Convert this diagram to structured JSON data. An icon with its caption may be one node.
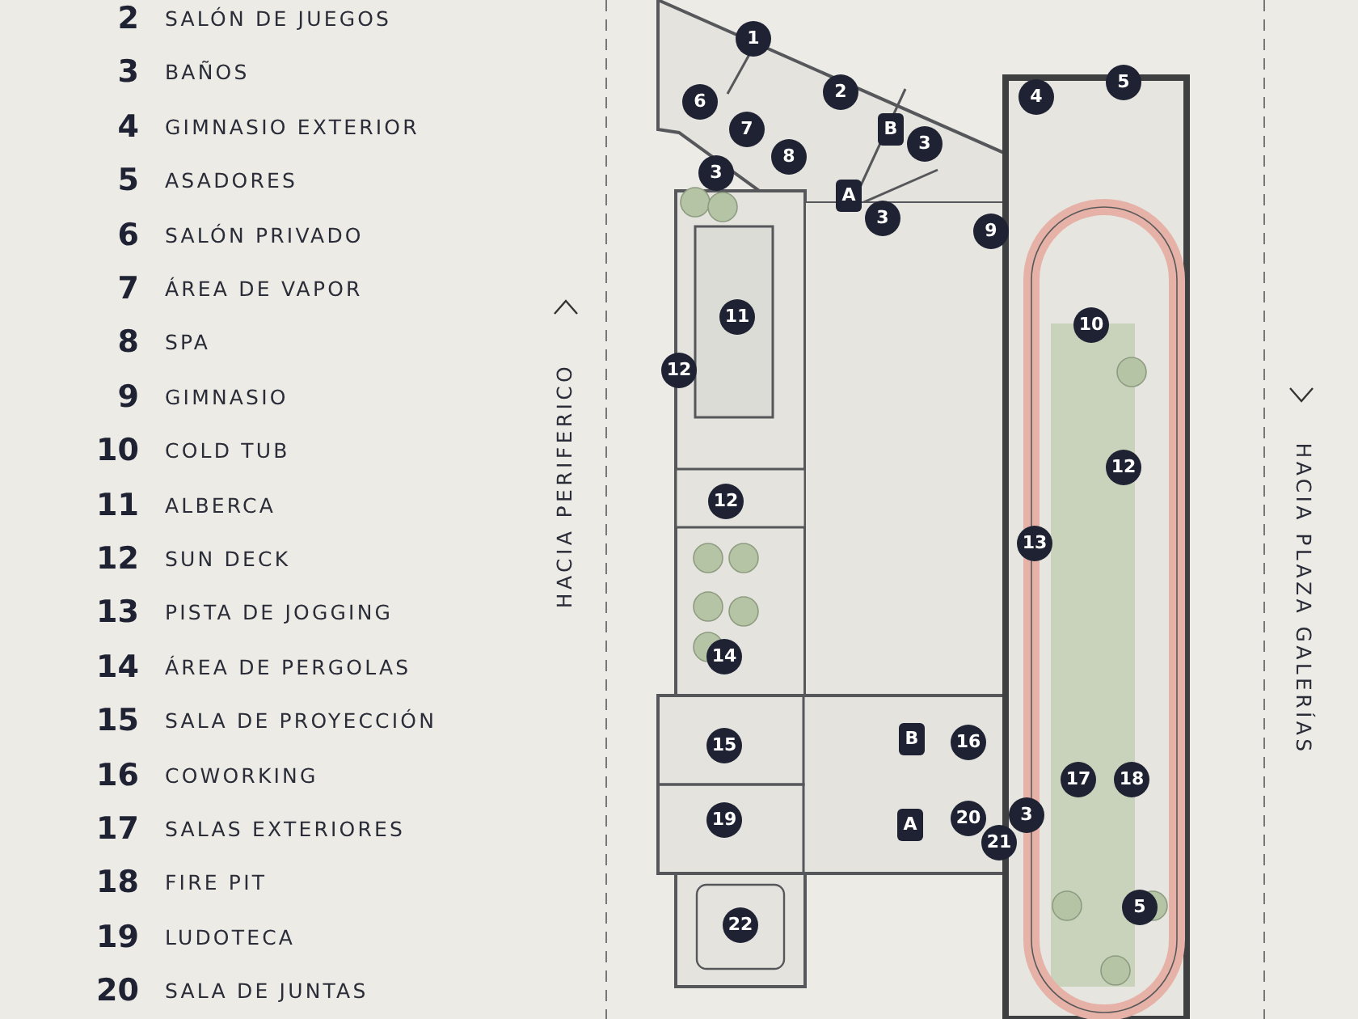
{
  "diagram": {
    "labels": [
      "2",
      "SALÓN DE JUEGOS",
      "3",
      "BAÑOS",
      "4",
      "GIMNASIO EXTERIOR",
      "5",
      "ASADORES",
      "6",
      "SALÓN PRIVADO",
      "7",
      "ÁREA DE VAPOR",
      "8",
      "SPA",
      "9",
      "GIMNASIO",
      "10",
      "COLD TUB",
      "11",
      "ALBERCA",
      "12",
      "SUN DECK",
      "13",
      "PISTA DE JOGGING",
      "14",
      "ÁREA DE PERGOLAS",
      "15",
      "SALA DE PROYECCIÓN",
      "16",
      "COWORKING",
      "17",
      "SALAS EXTERIORES",
      "18",
      "FIRE PIT",
      "19",
      "LUDOTECA",
      "20",
      "SALA DE JUNTAS",
      "HACIA PERIFERICO",
      "HACIA PLAZA GALERÍAS",
      "1",
      "2",
      "4",
      "5",
      "6",
      "7",
      "B",
      "3",
      "8",
      "3",
      "A",
      "3",
      "9",
      "11",
      "10",
      "12",
      "12",
      "12",
      "13",
      "14",
      "15",
      "B",
      "16",
      "17",
      "18",
      "19",
      "A",
      "20",
      "3",
      "21",
      "5",
      "22"
    ]
  }
}
